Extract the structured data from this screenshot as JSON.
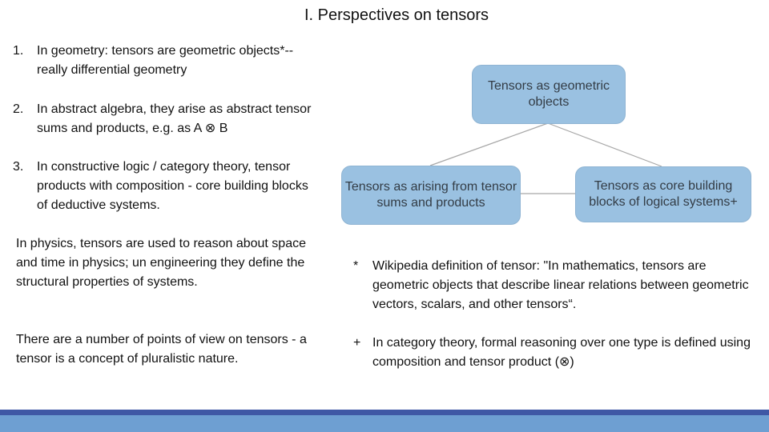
{
  "title": "I.  Perspectives on tensors",
  "numbered": [
    {
      "num": "1.",
      "text": "In geometry: tensors are geometric objects*-- really differential geometry"
    },
    {
      "num": "2.",
      "text": "In abstract algebra, they arise as abstract tensor sums and products, e.g. as A ⊗ B"
    },
    {
      "num": "3.",
      "text": "In constructive logic / category theory, tensor products with composition - core building blocks of deductive systems."
    }
  ],
  "paragraphs": [
    "In physics, tensors are used to reason about space and time in physics; un engineering they define the structural properties of systems.",
    "There are a number of points of view on tensors  - a tensor is a concept of pluralistic nature."
  ],
  "diagram": {
    "top": "Tensors as geometric objects",
    "left": "Tensors as arising from tensor sums and products",
    "right": "Tensors as core building blocks of logical systems+",
    "node_color": "#9ac1e1",
    "edge_color": "#a7a7a7"
  },
  "footnotes": [
    {
      "symbol": "*",
      "text": "Wikipedia definition of tensor: \"In mathematics, tensors are geometric objects that describe linear relations between geometric vectors, scalars, and other tensors“."
    },
    {
      "symbol": "+",
      "text": "In category theory, formal reasoning over one type is defined using composition and tensor product (⊗)"
    }
  ],
  "colors": {
    "bar_dark": "#3f58a5",
    "bar_light": "#6e9fd2"
  }
}
